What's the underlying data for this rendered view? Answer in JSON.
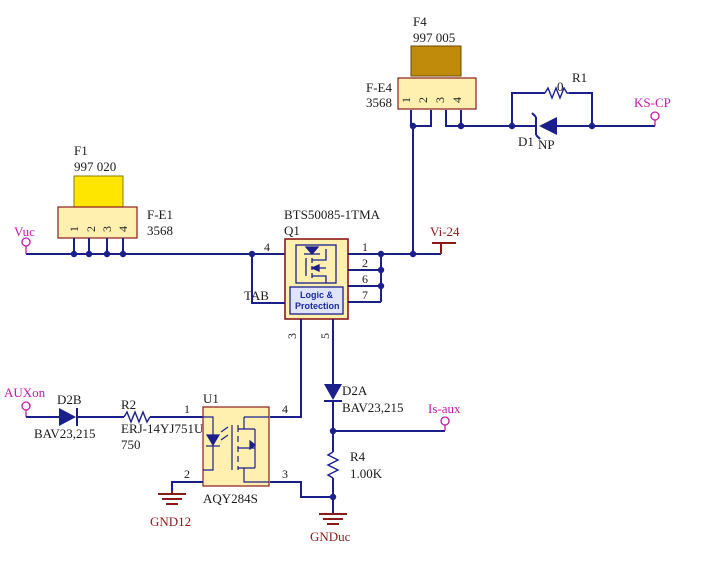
{
  "fuse_f1": {
    "ref": "F1",
    "value": "997 020",
    "holder_ref": "F-E1",
    "holder_part": "3568",
    "pins": [
      "1",
      "2",
      "3",
      "4"
    ],
    "color": "#ffe600"
  },
  "fuse_f4": {
    "ref": "F4",
    "value": "997 005",
    "holder_ref": "F-E4",
    "holder_part": "3568",
    "pins": [
      "1",
      "2",
      "3",
      "4"
    ],
    "color": "#c08a0a"
  },
  "q1": {
    "ref": "Q1",
    "part": "BTS50085-1TMA",
    "logic_line1": "Logic &",
    "logic_line2": "Protection",
    "tab_label": "TAB",
    "pins": [
      "4",
      "1",
      "2",
      "6",
      "7",
      "3",
      "5"
    ]
  },
  "u1": {
    "ref": "U1",
    "part": "AQY284S",
    "pins": [
      "1",
      "2",
      "3",
      "4"
    ]
  },
  "d1": {
    "ref": "D1",
    "value": "NP"
  },
  "r1": {
    "ref": "R1",
    "value": "0"
  },
  "d2b": {
    "ref": "D2B",
    "part": "BAV23,215"
  },
  "d2a": {
    "ref": "D2A",
    "part": "BAV23,215"
  },
  "r2": {
    "ref": "R2",
    "part": "ERJ-14YJ751U",
    "value": "750"
  },
  "r4": {
    "ref": "R4",
    "value": "1.00K"
  },
  "ports": {
    "vuc": "Vuc",
    "vi24": "Vi-24",
    "kscp": "KS-CP",
    "auxon": "AUXon",
    "isaux": "Is-aux"
  },
  "grounds": {
    "gnd12": "GND12",
    "gnduc": "GNDuc"
  },
  "colors": {
    "wire": "#1b1f8c",
    "port": "#c21aa6",
    "ground": "#8a1a1a",
    "ic_fill": "#fff0b0",
    "ic_border": "#8a1a1a"
  }
}
